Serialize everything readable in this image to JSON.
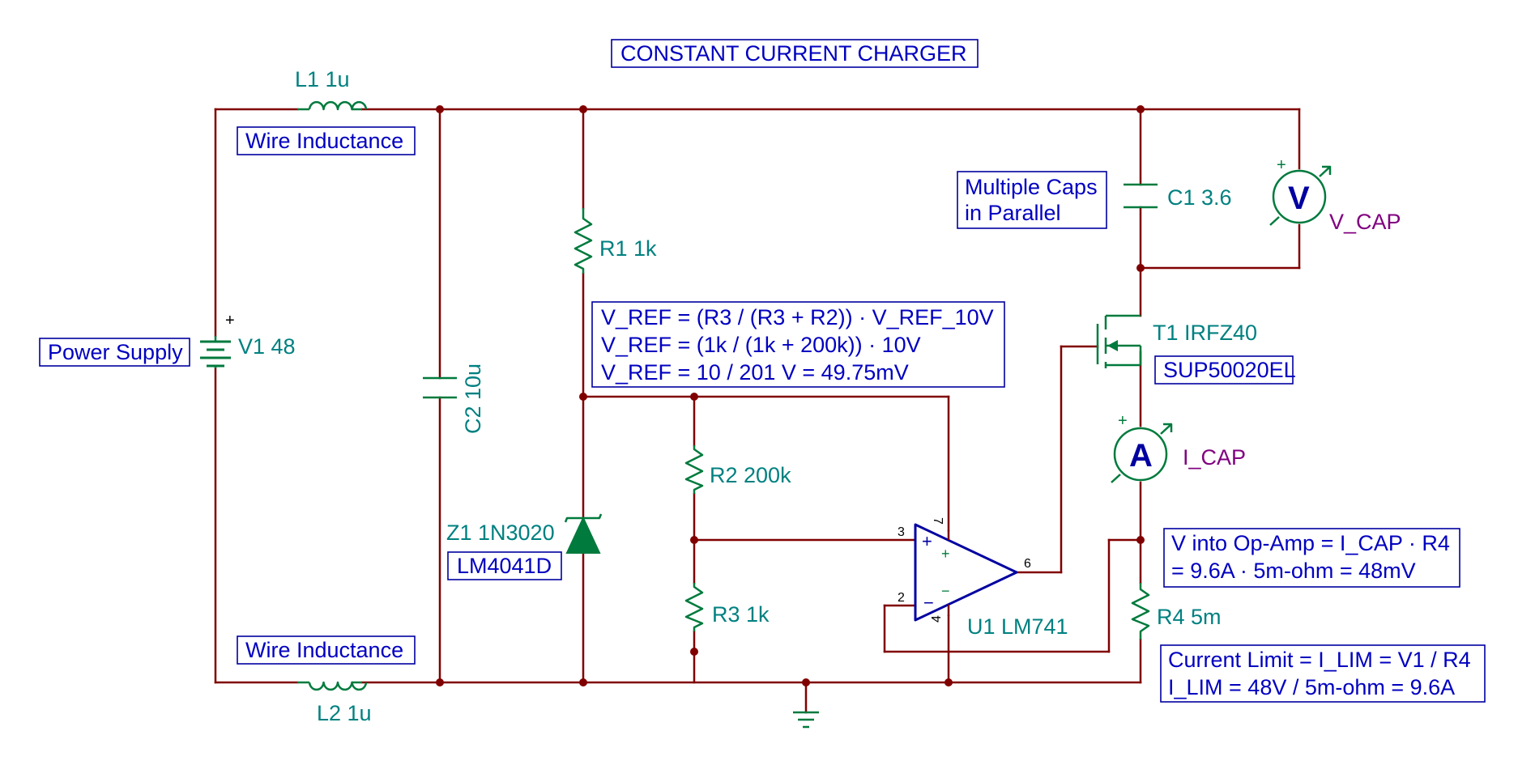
{
  "title": "CONSTANT CURRENT CHARGER",
  "annotations": {
    "wire_top": "Wire Inductance",
    "wire_bottom": "Wire Inductance",
    "power_supply": "Power Supply",
    "caps_line1": "Multiple Caps",
    "caps_line2": "in Parallel",
    "vref_line1": "V_REF = (R3 / (R3 + R2)) · V_REF_10V",
    "vref_line2": "V_REF = (1k / (1k + 200k)) · 10V",
    "vref_line3": "V_REF = 10 / 201 V = 49.75mV",
    "zener_part": "LM4041D",
    "fet_part": "SUP50020EL",
    "opamp_line1": "V into Op-Amp = I_CAP · R4",
    "opamp_line2": "= 9.6A · 5m-ohm = 48mV",
    "ilim_line1": "Current Limit = I_LIM = V1 / R4",
    "ilim_line2": "I_LIM = 48V / 5m-ohm = 9.6A"
  },
  "components": {
    "L1": "L1 1u",
    "L2": "L2 1u",
    "V1": "V1 48",
    "C2": "C2 10u",
    "R1": "R1 1k",
    "Z1": "Z1 1N3020",
    "R2": "R2 200k",
    "R3": "R3 1k",
    "U1": "U1 LM741",
    "C1": "C1 3.6",
    "T1": "T1 IRFZ40",
    "R4": "R4 5m"
  },
  "meters": {
    "voltmeter_letter": "V",
    "voltmeter_name": "V_CAP",
    "ammeter_letter": "A",
    "ammeter_name": "I_CAP"
  },
  "pins": {
    "p3": "3",
    "p2": "2",
    "p6": "6",
    "p7": "7",
    "p4": "4"
  },
  "colors": {
    "wire": "#800000",
    "component": "#007a3d",
    "label_teal": "#008080",
    "annotation_blue": "#0000c0",
    "meter_purple": "#800080"
  }
}
